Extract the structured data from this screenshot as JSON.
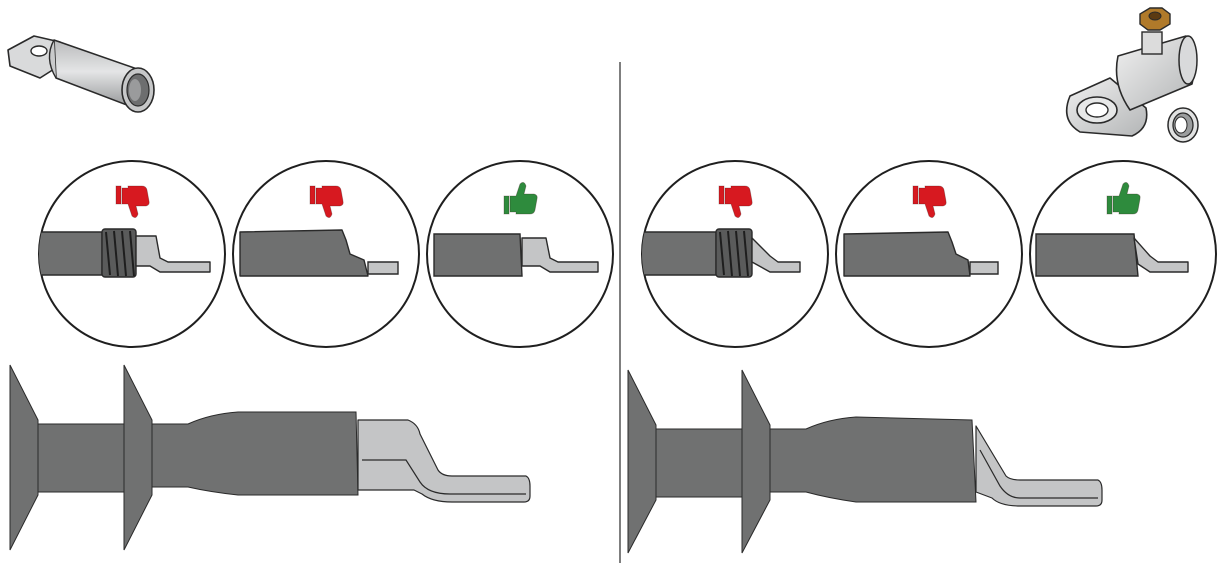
{
  "colors": {
    "shrink": "#6f7070",
    "shrink_dark": "#4e4f4f",
    "lug": "#c4c5c6",
    "lug_dark": "#8e9091",
    "outline": "#2a2a2a",
    "bad": "#d71920",
    "good": "#2e8b3d",
    "divider": "#555555",
    "brass": "#b07a2a"
  },
  "panels": [
    {
      "id": "compression-lug",
      "product_icon": "cylindrical-compression-lug-icon",
      "verdicts": [
        "thumbs-down",
        "thumbs-down",
        "thumbs-up"
      ]
    },
    {
      "id": "mechanical-lug",
      "product_icon": "mechanical-shear-bolt-lug-icon",
      "verdicts": [
        "thumbs-down",
        "thumbs-down",
        "thumbs-up"
      ]
    }
  ]
}
